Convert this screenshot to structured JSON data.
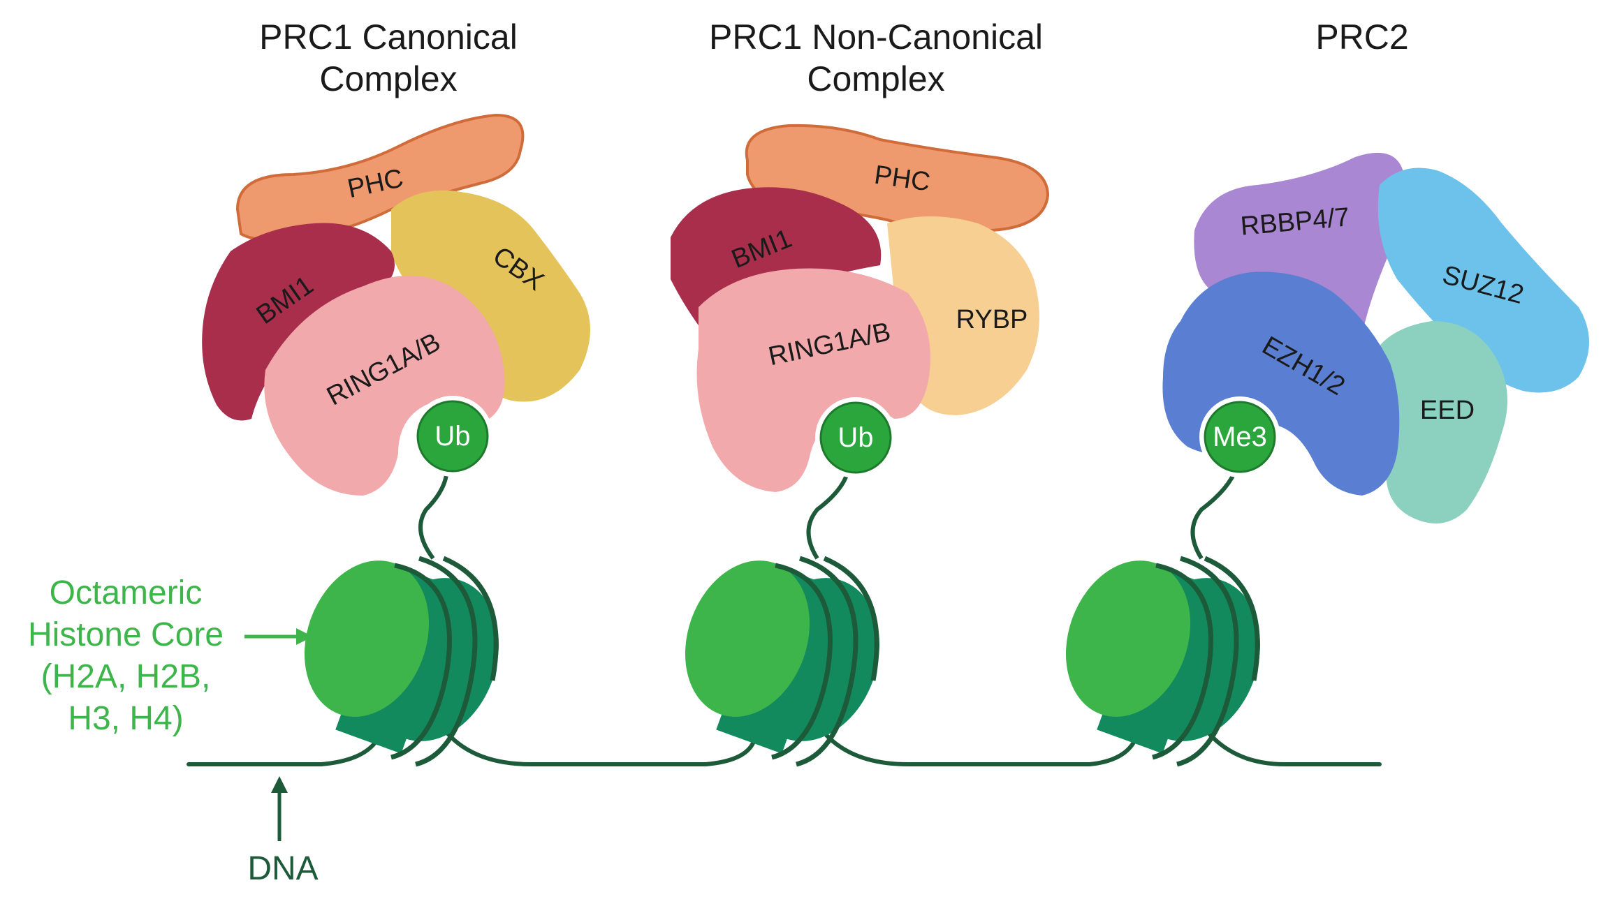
{
  "complexes": [
    {
      "title_line1": "PRC1 Canonical",
      "title_line2": "Complex",
      "subunits": [
        "PHC",
        "CBX",
        "BMI1",
        "RING1A/B"
      ],
      "mark": "Ub"
    },
    {
      "title_line1": "PRC1 Non-Canonical",
      "title_line2": "Complex",
      "subunits": [
        "PHC",
        "BMI1",
        "RYBP",
        "RING1A/B"
      ],
      "mark": "Ub"
    },
    {
      "title_line1": "PRC2",
      "title_line2": "",
      "subunits": [
        "RBBP4/7",
        "SUZ12",
        "EZH1/2",
        "EED"
      ],
      "mark": "Me3"
    }
  ],
  "labels": {
    "histone_line1": "Octameric",
    "histone_line2": "Histone Core",
    "histone_line3": "(H2A, H2B,",
    "histone_line4": "H3, H4)",
    "dna": "DNA"
  },
  "colors": {
    "phc": "#ee9a6e",
    "cbx": "#e3c35a",
    "bmi1": "#a82e4c",
    "ring1": "#f2a9ac",
    "rybp": "#f8cf92",
    "rbbp": "#a987d3",
    "suz12": "#6cc2ea",
    "ezh": "#5a7ed1",
    "eed": "#8cd1bf",
    "histone_light": "#3db54a",
    "histone_dark": "#138a5e",
    "dna": "#1d5a3a",
    "label_green": "#3db54a"
  }
}
